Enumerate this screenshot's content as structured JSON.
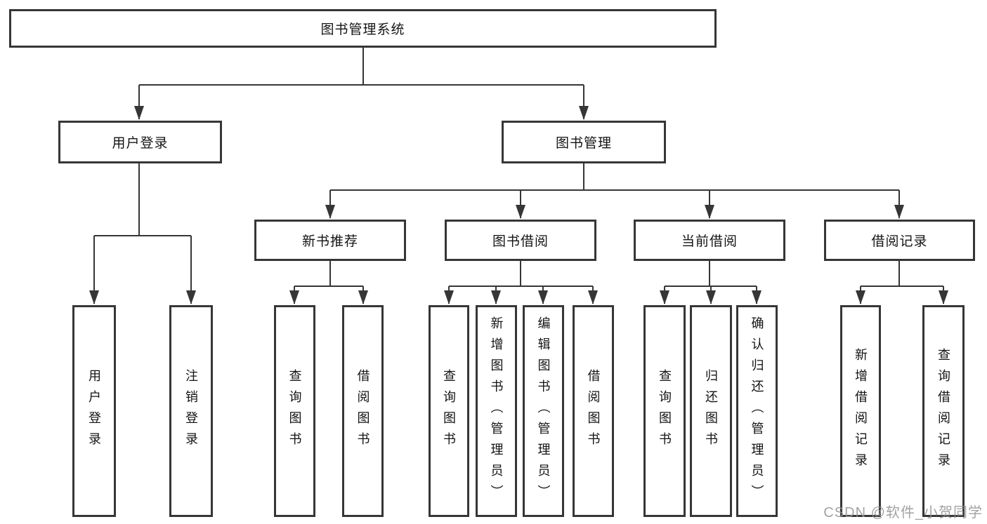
{
  "colors": {
    "line": "#363636",
    "text": "#141414",
    "background": "#ffffff",
    "watermark": "#929292"
  },
  "nodes": {
    "root": {
      "label": "图书管理系统"
    },
    "level2": [
      {
        "id": "user-login",
        "label": "用户登录"
      },
      {
        "id": "book-management",
        "label": "图书管理"
      }
    ],
    "level3": [
      {
        "id": "new-book-recommend",
        "label": "新书推荐"
      },
      {
        "id": "book-borrow",
        "label": "图书借阅"
      },
      {
        "id": "current-borrow",
        "label": "当前借阅"
      },
      {
        "id": "borrow-records",
        "label": "借阅记录"
      }
    ],
    "leaves": {
      "user_login": [
        {
          "label": "用户登录"
        },
        {
          "label": "注销登录"
        }
      ],
      "new_book": [
        {
          "label": "查询图书"
        },
        {
          "label": "借阅图书"
        }
      ],
      "book_borrow": [
        {
          "label": "查询图书"
        },
        {
          "label": "新增图书（管理员）"
        },
        {
          "label": "编辑图书（管理员）"
        },
        {
          "label": "借阅图书"
        }
      ],
      "current_borrow": [
        {
          "label": "查询图书"
        },
        {
          "label": "归还图书"
        },
        {
          "label": "确认归还（管理员）"
        }
      ],
      "records": [
        {
          "label": "新增借阅记录"
        },
        {
          "label": "查询借阅记录"
        }
      ]
    }
  },
  "watermark": {
    "text": "CSDN @软件_小贺同学"
  }
}
